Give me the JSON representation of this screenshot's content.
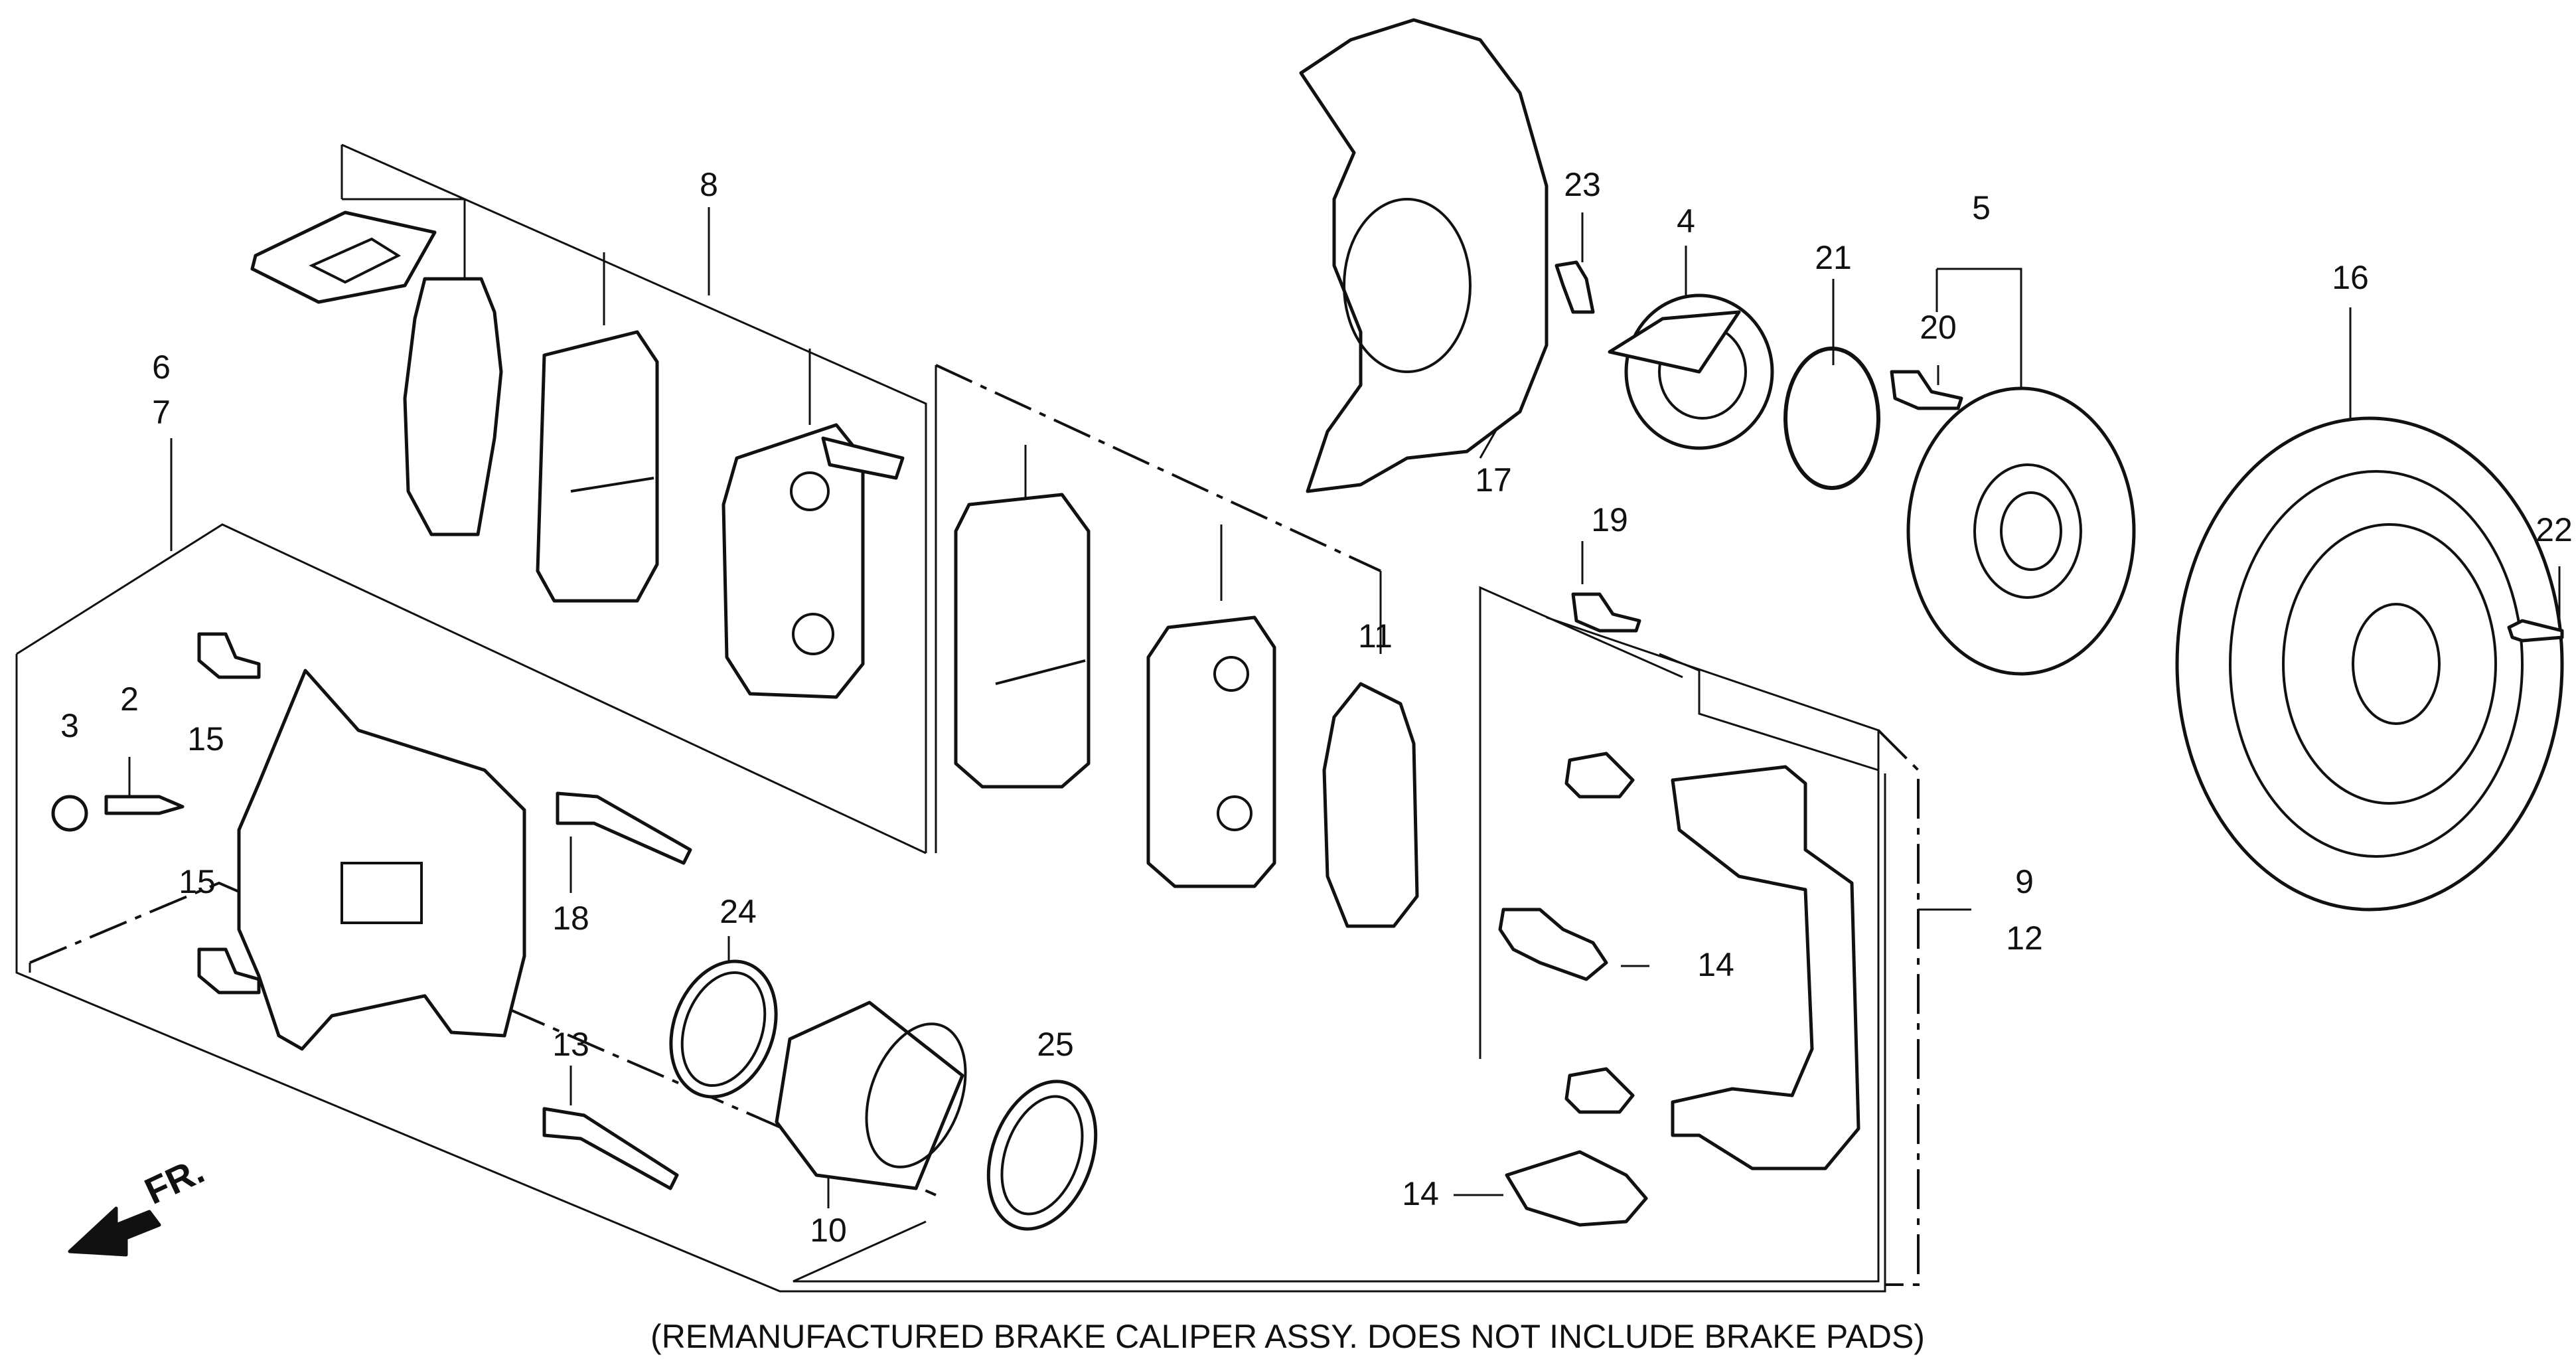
{
  "callouts": {
    "c1": "6",
    "c2": "7",
    "c3": "3",
    "c4": "2",
    "c5": "15",
    "c6": "15",
    "c7": "8",
    "c8": "18",
    "c9": "13",
    "c10": "24",
    "c11": "10",
    "c12": "25",
    "c13": "11",
    "c14": "23",
    "c15": "4",
    "c16": "21",
    "c17": "17",
    "c18": "5",
    "c19": "20",
    "c20": "16",
    "c21": "19",
    "c22": "22",
    "c23": "9",
    "c24": "12",
    "c25": "14",
    "c26": "14"
  },
  "direction_label": "FR.",
  "caption": "(REMANUFACTURED BRAKE CALIPER ASSY. DOES NOT INCLUDE BRAKE PADS)"
}
